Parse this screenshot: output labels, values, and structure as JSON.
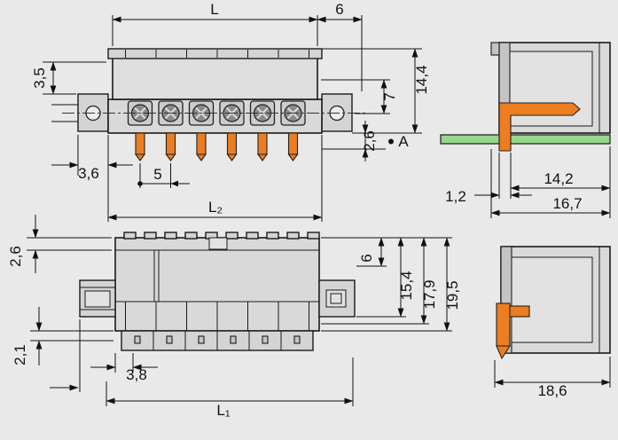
{
  "drawing": {
    "type": "technical-dimension-drawing",
    "subject": "PCB header connector with flanges, front view, plan view and two side section views",
    "colors": {
      "background": "#e9e9e9",
      "body_fill": "#d9d9d9",
      "outline": "#1a1a1a",
      "contact_fill": "#8a8a8a",
      "pin_orange": "#ed7d21",
      "pcb_green": "#98d58e"
    },
    "front_view": {
      "dim_L": "L",
      "dim_6": "6",
      "dim_3_5": "3,5",
      "dim_7": "7",
      "dim_14_4": "14,4",
      "dim_2_6": "2,6",
      "datum_A": "A",
      "dim_3_6": "3,6",
      "dim_5": "5",
      "dim_L2": "L₂"
    },
    "side_view_top": {
      "dim_1_2": "1,2",
      "dim_14_2": "14,2",
      "dim_16_7": "16,7"
    },
    "plan_view": {
      "dim_2_6": "2,6",
      "dim_6": "6",
      "dim_15_4": "15,4",
      "dim_17_9": "17,9",
      "dim_19_5": "19,5",
      "dim_2_1": "2,1",
      "dim_3_8": "3,8",
      "dim_L1": "L₁"
    },
    "side_view_bottom": {
      "dim_18_6": "18,6"
    }
  }
}
